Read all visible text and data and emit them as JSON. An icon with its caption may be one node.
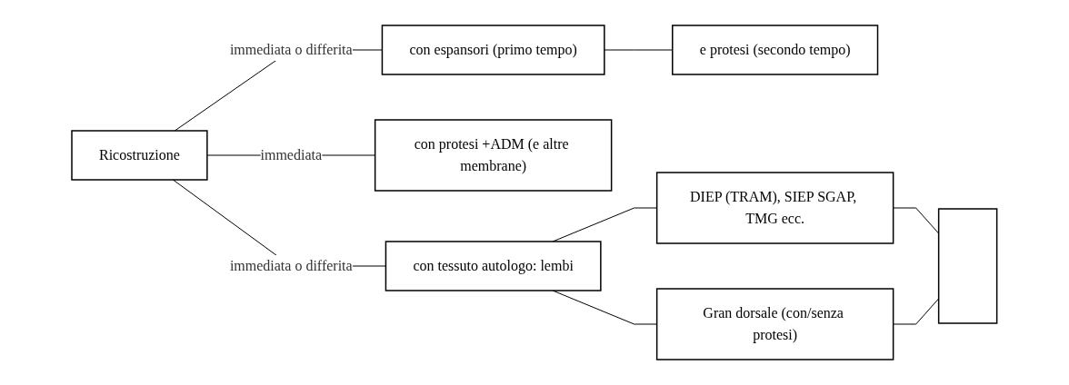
{
  "diagram": {
    "nodes": [
      {
        "text": [
          "Ricostruzione"
        ]
      },
      {
        "text": [
          "con espansori (primo tempo)"
        ]
      },
      {
        "text": [
          "e protesi (secondo tempo)"
        ]
      },
      {
        "text": [
          "con protesi +ADM (e altre membrane)"
        ]
      },
      {
        "text": [
          "con tessuto autologo: lembi"
        ]
      },
      {
        "text": [
          "DIEP (TRAM), SIEP SGAP, TMG ecc."
        ]
      },
      {
        "text": [
          "Gran dorsale (con/senza protesi)"
        ]
      },
      {
        "text": [],
        "shape": "box"
      }
    ],
    "edges": [
      {
        "from": 0,
        "to": 1,
        "arrow": "none",
        "label": "immediata o differita"
      },
      {
        "from": 1,
        "to": 2,
        "arrow": "none"
      },
      {
        "from": 0,
        "to": 3,
        "arrow": "none",
        "label": "immediata"
      },
      {
        "from": 0,
        "to": 4,
        "arrow": "none",
        "label": "immediata o differita"
      },
      {
        "from": 4,
        "to": 5,
        "arrow": "none"
      },
      {
        "from": 4,
        "to": 6,
        "arrow": "none"
      },
      {
        "from": 5,
        "to": 7,
        "arrow": "none"
      },
      {
        "from": 6,
        "to": 7,
        "arrow": "none"
      }
    ]
  }
}
